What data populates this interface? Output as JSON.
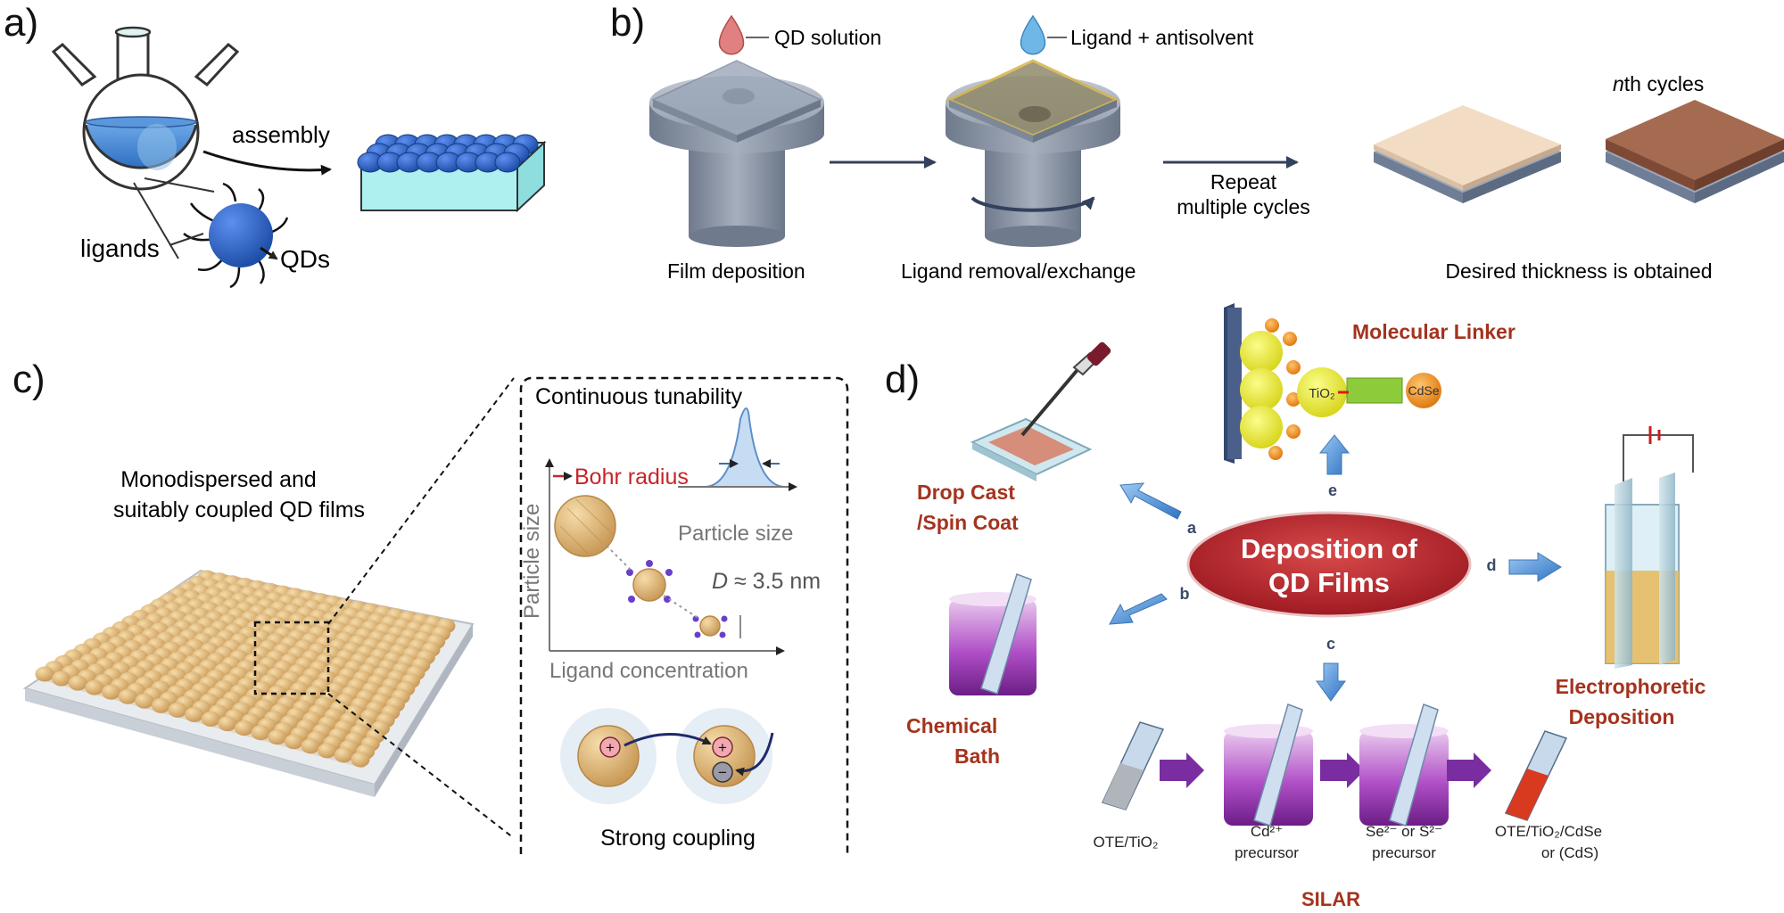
{
  "panel_a": {
    "letter": "a)",
    "assembly": "assembly",
    "ligands": "ligands",
    "qds": "QDs"
  },
  "panel_b": {
    "letter": "b)",
    "qd_solution": "QD solution",
    "ligand_antisolvent": "Ligand + antisolvent",
    "film_deposition": "Film deposition",
    "ligand_removal": "Ligand removal/exchange",
    "repeat_line1": "Repeat",
    "repeat_line2": "multiple cycles",
    "nth_n": "n",
    "nth_rest": "th cycles",
    "desired": "Desired thickness is obtained"
  },
  "panel_c": {
    "letter": "c)",
    "mono_line1": "Monodispersed and",
    "mono_line2": "suitably coupled QD films",
    "continuous": "Continuous tunability",
    "bohr": "Bohr radius",
    "particle_size_axis": "Particle size",
    "particle_size_curve": "Particle size",
    "d_symbol": "D",
    "d_value": " ≈ 3.5 nm",
    "ligand_conc": "Ligand concentration",
    "strong": "Strong coupling"
  },
  "panel_d": {
    "letter": "d)",
    "center_line1": "Deposition of",
    "center_line2": "QD Films",
    "molecular_linker": "Molecular Linker",
    "tio2": "TiO₂",
    "cdse": "CdSe",
    "drop_cast_1": "Drop Cast",
    "drop_cast_2": "/Spin Coat",
    "chemical_1": "Chemical",
    "chemical_2": "Bath",
    "electro_1": "Electrophoretic",
    "electro_2": "Deposition",
    "arrow_a": "a",
    "arrow_b": "b",
    "arrow_c": "c",
    "arrow_d": "d",
    "arrow_e": "e",
    "ote": "OTE/TiO₂",
    "cd_1": "Cd²⁺",
    "cd_2": "precursor",
    "se_1": "Se²⁻ or S²⁻",
    "se_2": "precursor",
    "final_1": "OTE/TiO₂/CdSe",
    "final_2": "or (CdS)",
    "silar": "SILAR"
  },
  "colors": {
    "qd_blue": "#2f67c9",
    "flask_liquid": "#3f86d6",
    "substrate_cyan": "#aef0f0",
    "qd_gold": "#e2bd82",
    "red_text": "#a4331e",
    "center_ellipse": "#b8202a",
    "arrow_blue": "#4f92d6",
    "silar_purple": "#7a2da0"
  }
}
